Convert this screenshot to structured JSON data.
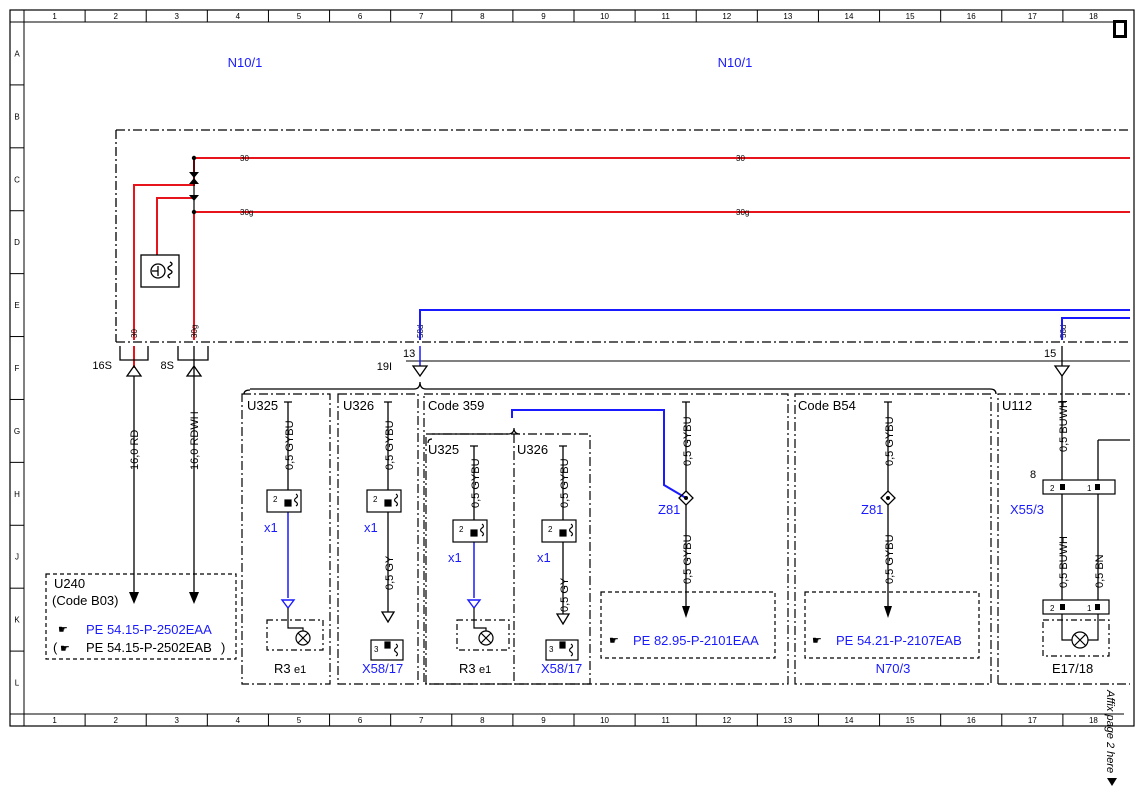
{
  "grid": {
    "columns": [
      "1",
      "2",
      "3",
      "4",
      "5",
      "6",
      "7",
      "8",
      "9",
      "10",
      "11",
      "12",
      "13",
      "14",
      "15",
      "16",
      "17",
      "18"
    ],
    "rows": [
      "A",
      "B",
      "C",
      "D",
      "E",
      "F",
      "G",
      "H",
      "J",
      "K",
      "L"
    ]
  },
  "module": {
    "left_label": "N10/1",
    "right_label": "N10/1"
  },
  "terminals": {
    "t30": "30",
    "t30g": "30g",
    "t58d": "58d",
    "c30_right": "30",
    "c30g_right": "30g"
  },
  "connectors": {
    "c16s": "16S",
    "c8s": "8S",
    "c19l": "19I",
    "pin13": "13",
    "pin15": "15",
    "pin8": "8"
  },
  "wires": {
    "w_16rd": "16,0 RD",
    "w_16rdwh": "16,0 RDWH",
    "w_gybu": "0,5 GYBU",
    "w_gy": "0,5 GY",
    "w_buwh": "0,5 BUWH",
    "w_bn": "0,5 BN"
  },
  "blocks": {
    "u240_title": "U240",
    "u240_code": "(Code B03)",
    "u240_ref1": "PE 54.15-P-2502EAA",
    "u240_ref2": "PE 54.15-P-2502EAB",
    "u325": "U325",
    "u326": "U326",
    "code359": "Code 359",
    "codeb54": "Code B54",
    "u112": "U112",
    "ref_8295": "PE 82.95-P-2101EAA",
    "ref_5421": "PE 54.21-P-2107EAB"
  },
  "components": {
    "x1": "x1",
    "r3": "R3",
    "e1": "e1",
    "x58_17": "X58/17",
    "z81": "Z81",
    "x55_3": "X55/3",
    "n70_3": "N70/3",
    "e17_18": "E17/18",
    "pin1": "1",
    "pin2": "2",
    "pin3": "3"
  },
  "margin_note": "Affix page 2 here",
  "colors": {
    "red": "#e8141b",
    "blue": "#1a1aff",
    "black": "#000000"
  }
}
